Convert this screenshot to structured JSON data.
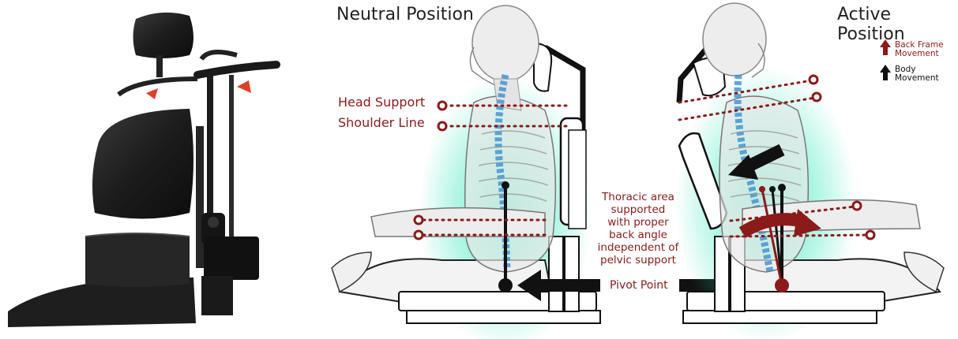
{
  "titles": {
    "left": "Neutral Position",
    "right": "Active Position"
  },
  "labels": {
    "head_support": "Head Support",
    "shoulder_line": "Shoulder Line",
    "thoracic": [
      "Thoracic area",
      "supported",
      "with proper",
      "back angle",
      "independent of",
      "pelvic support"
    ],
    "pivot_point": "Pivot Point"
  },
  "legend": {
    "back_frame": [
      "Back Frame",
      "Movement"
    ],
    "body": [
      "Body",
      "Movement"
    ]
  },
  "colors": {
    "accent_red": "#8b1a1a",
    "teal_glow": "#2ee6b8",
    "black": "#111111"
  },
  "icons": {
    "back_frame_arrow": "red-up-arrow",
    "body_arrow": "black-up-arrow"
  }
}
